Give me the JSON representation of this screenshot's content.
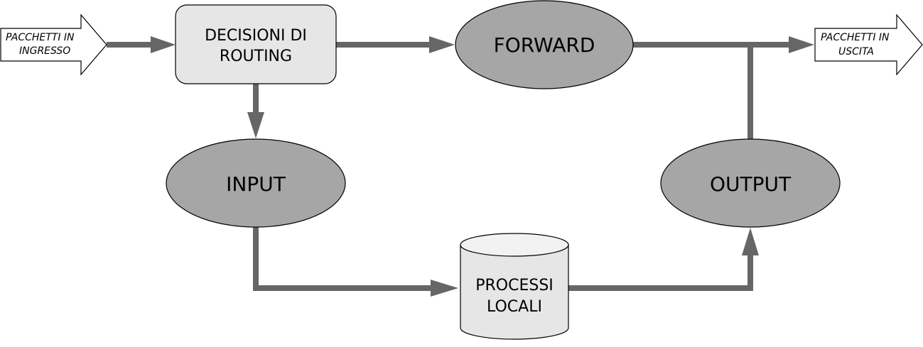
{
  "colors": {
    "connector": "#666666",
    "ellipse_fill": "#a6a6a6",
    "box_fill": "#e6e6e6",
    "cylinder_fill": "#e6e6e6",
    "outline": "#000000",
    "background": "#ffffff"
  },
  "nodes": {
    "ingress": {
      "line1": "PACCHETTI IN",
      "line2": "INGRESSO"
    },
    "routing": {
      "line1": "DECISIONI DI",
      "line2": "ROUTING"
    },
    "forward": {
      "label": "FORWARD"
    },
    "input": {
      "label": "INPUT"
    },
    "output": {
      "label": "OUTPUT"
    },
    "processes": {
      "line1": "PROCESSI",
      "line2": "LOCALI"
    },
    "egress": {
      "line1": "PACCHETTI IN",
      "line2": "USCITA"
    }
  }
}
